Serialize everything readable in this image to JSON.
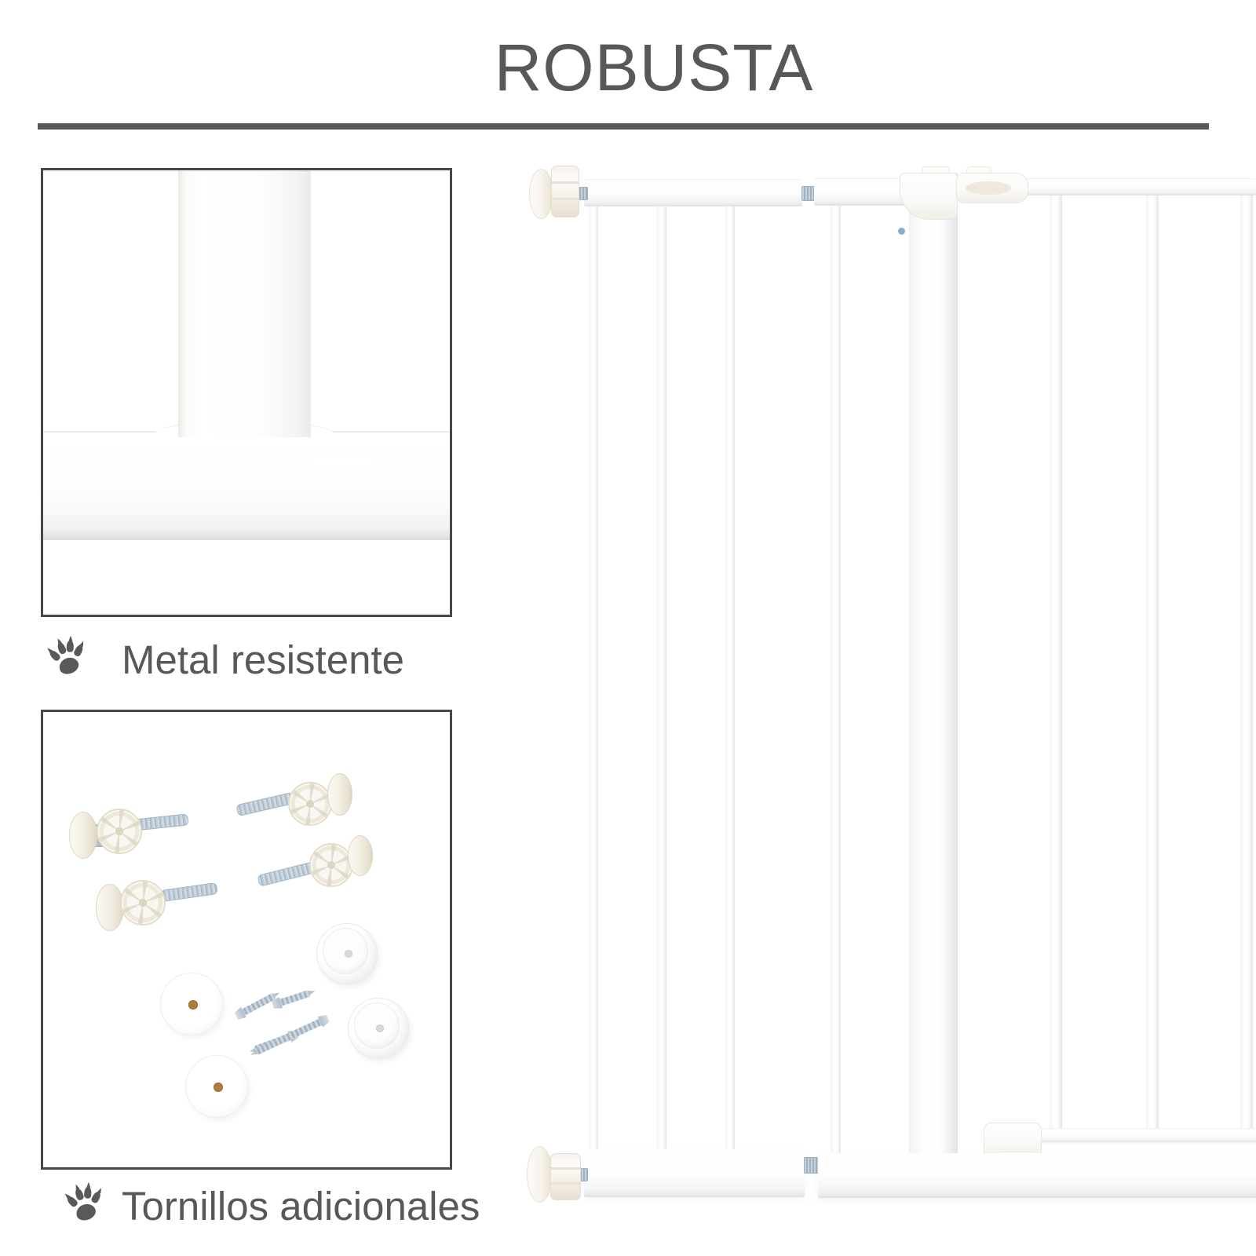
{
  "title": {
    "text": "ROBUSTA"
  },
  "features": [
    {
      "label": "Metal resistente",
      "icon": "paw-icon"
    },
    {
      "label": "Tornillos adicionales",
      "icon": "paw-icon"
    }
  ],
  "photos": {
    "joint_closeup": "white-metal-t-joint-closeup",
    "hardware_kit": "spindle-bolts-screws-and-wall-caps",
    "gate": "white-metal-pressure-fit-safety-gate"
  },
  "colors": {
    "background": "#ffffff",
    "text": "#57585a",
    "divider": "#57585a",
    "box_border": "#474849",
    "metal": "#a9bac8",
    "cream": "#f2ecdf"
  }
}
